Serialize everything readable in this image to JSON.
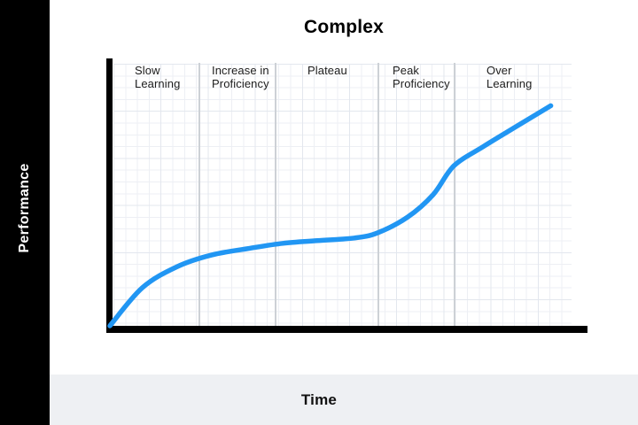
{
  "figure": {
    "title": "Complex",
    "x_axis_label": "Time",
    "y_axis_label": "Performance"
  },
  "colors": {
    "curve_blue": "#2196F3",
    "axis_black": "#000000",
    "sidebar_black": "#000000",
    "footer_gray": "#EEF0F3",
    "divider_gray": "#CDD1D6",
    "grid_gray": "#EDEFF4"
  },
  "chart_data": {
    "type": "line",
    "title": "Complex",
    "xlabel": "Time",
    "ylabel": "Performance",
    "grid": true,
    "legend": false,
    "axes_numeric_ticks": false,
    "line_color": "#2196F3",
    "axis_color": "#000000",
    "phases": [
      {
        "label": "Slow Learning"
      },
      {
        "label": "Increase in Proficiency"
      },
      {
        "label": "Plateau"
      },
      {
        "label": "Peak Proficiency"
      },
      {
        "label": "Over Learning"
      }
    ],
    "phase_boundaries_pct_of_x": [
      19.4,
      35.9,
      58.2,
      74.7
    ],
    "series": [
      {
        "name": "Performance",
        "x_pct": [
          0,
          7,
          14.5,
          22,
          30,
          37.5,
          45,
          53,
          58,
          64.5,
          70,
          74.5,
          81,
          87.5,
          95.5
        ],
        "y_pct": [
          0,
          14.5,
          22.5,
          27,
          29.5,
          31.5,
          32.5,
          33.5,
          35.5,
          41.5,
          50,
          61,
          68.5,
          75.5,
          84
        ]
      }
    ]
  }
}
